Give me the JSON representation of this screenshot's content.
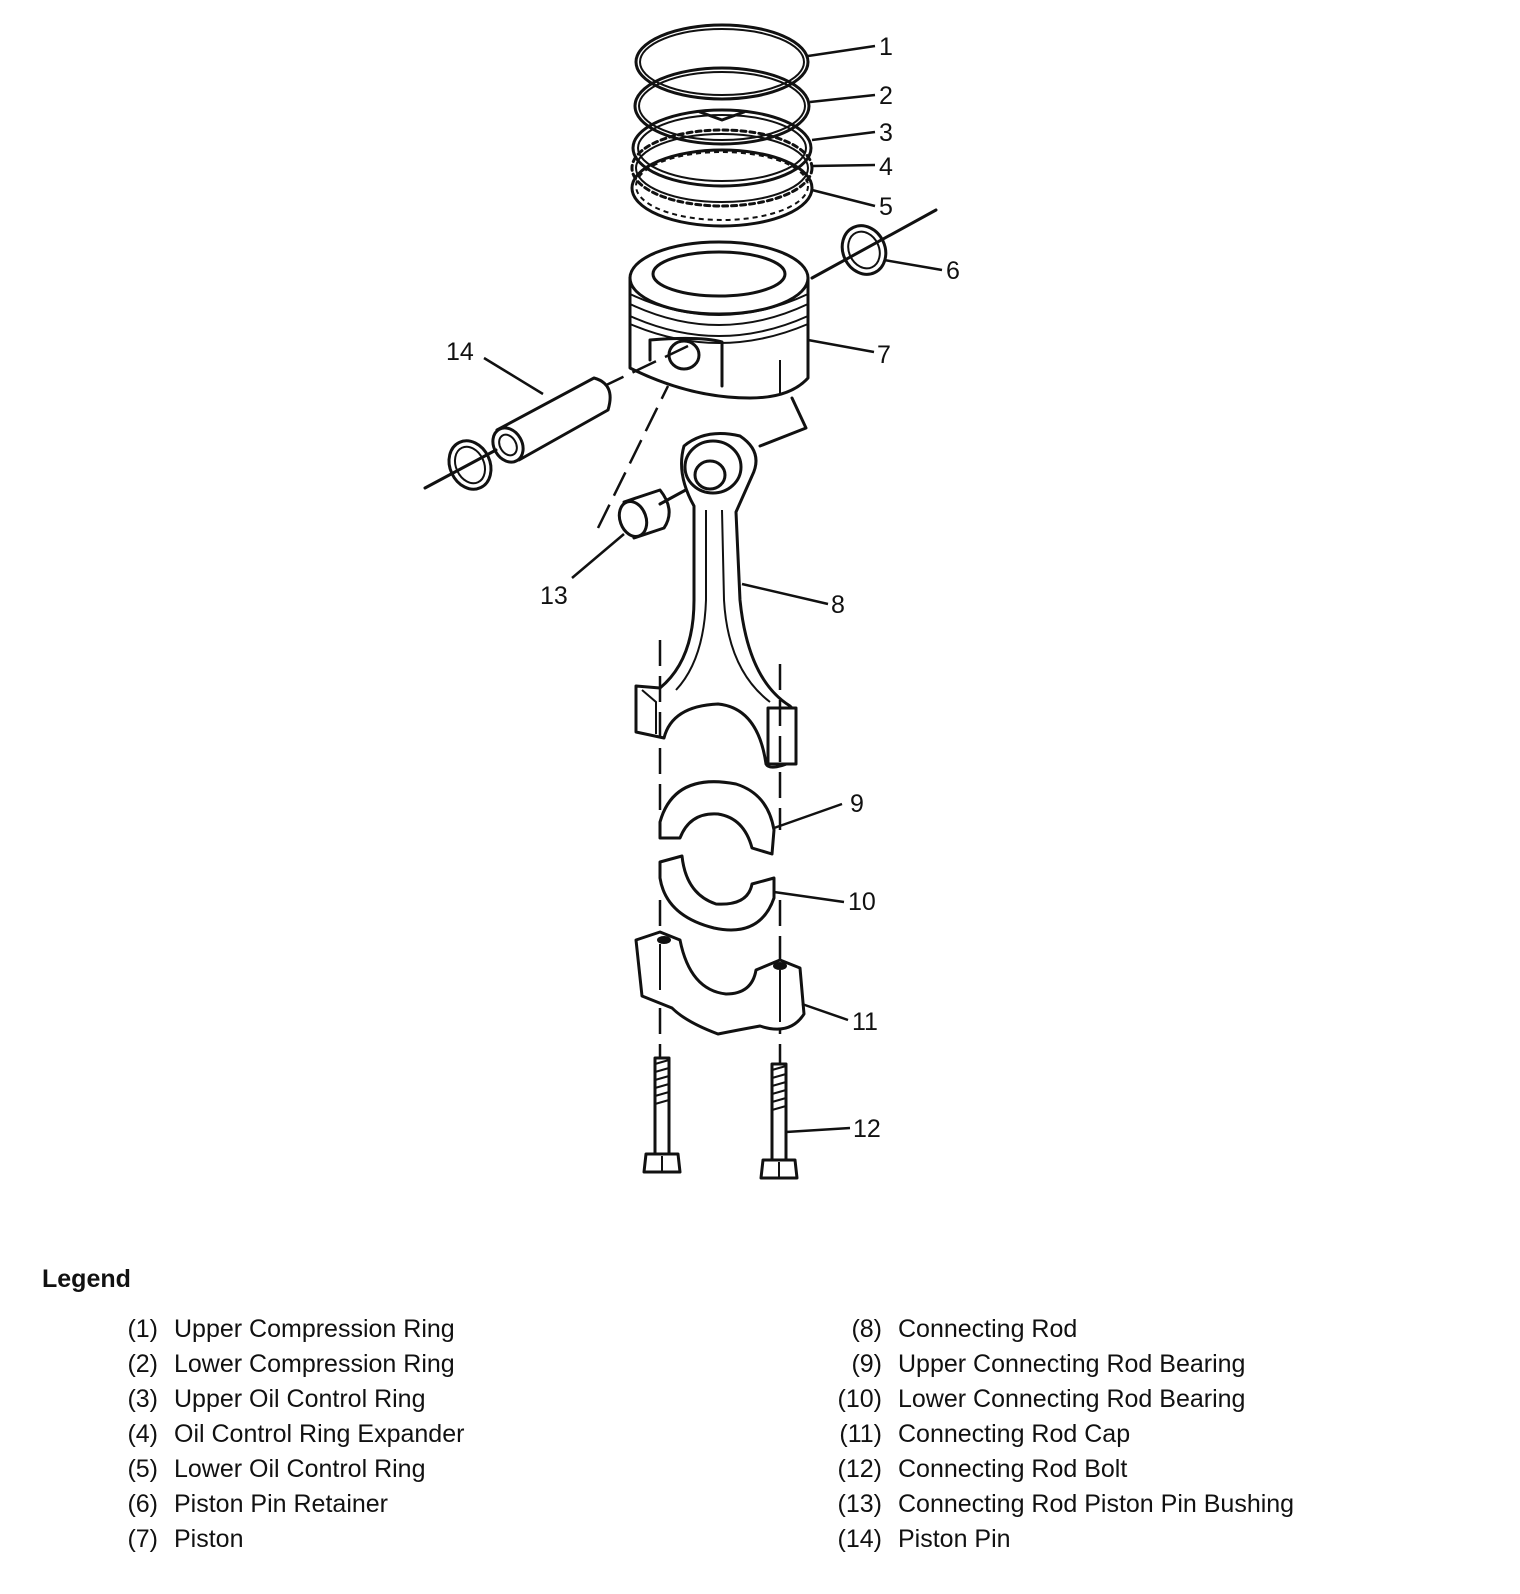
{
  "callouts": {
    "c1": "1",
    "c2": "2",
    "c3": "3",
    "c4": "4",
    "c5": "5",
    "c6": "6",
    "c7": "7",
    "c8": "8",
    "c9": "9",
    "c10": "10",
    "c11": "11",
    "c12": "12",
    "c13": "13",
    "c14": "14"
  },
  "legend": {
    "title": "Legend",
    "left": [
      {
        "num": "(1)",
        "label": "Upper Compression Ring"
      },
      {
        "num": "(2)",
        "label": "Lower Compression Ring"
      },
      {
        "num": "(3)",
        "label": "Upper Oil Control Ring"
      },
      {
        "num": "(4)",
        "label": "Oil Control Ring Expander"
      },
      {
        "num": "(5)",
        "label": "Lower Oil Control Ring"
      },
      {
        "num": "(6)",
        "label": "Piston Pin Retainer"
      },
      {
        "num": "(7)",
        "label": "Piston"
      }
    ],
    "right": [
      {
        "num": "(8)",
        "label": "Connecting Rod"
      },
      {
        "num": "(9)",
        "label": "Upper Connecting Rod Bearing"
      },
      {
        "num": "(10)",
        "label": "Lower Connecting Rod Bearing"
      },
      {
        "num": "(11)",
        "label": "Connecting Rod Cap"
      },
      {
        "num": "(12)",
        "label": "Connecting Rod Bolt"
      },
      {
        "num": "(13)",
        "label": "Connecting Rod Piston Pin Bushing"
      },
      {
        "num": "(14)",
        "label": "Piston Pin"
      }
    ]
  }
}
